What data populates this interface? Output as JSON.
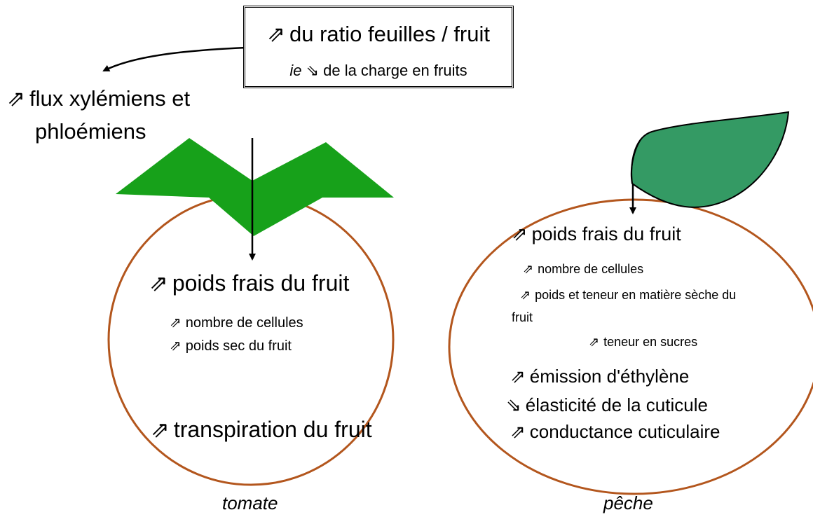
{
  "symbols": {
    "up": "⇗",
    "down": "⇘"
  },
  "top_box": {
    "title": "du ratio feuilles / fruit",
    "sub_prefix": "ie",
    "sub_text": "de la charge en fruits"
  },
  "flux": {
    "line1": "flux xylémiens et",
    "line2": "phloémiens"
  },
  "tomato": {
    "label": "tomate",
    "main": "poids frais du fruit",
    "sub1": "nombre de cellules",
    "sub2": "poids sec du fruit",
    "transp": "transpiration du fruit",
    "leaf_color": "#17a11a"
  },
  "peach": {
    "label": "pêche",
    "main": "poids frais du fruit",
    "sub1": "nombre de cellules",
    "sub2_line1": "poids et teneur en matière sèche du",
    "sub2_line2": "fruit",
    "sub3": "teneur en sucres",
    "ethylene": "émission d'éthylène",
    "elasticity": "élasticité de la cuticule",
    "conductance": "conductance cuticulaire",
    "leaf_color": "#349a64"
  },
  "colors": {
    "fruit_outline": "#b3561d"
  }
}
